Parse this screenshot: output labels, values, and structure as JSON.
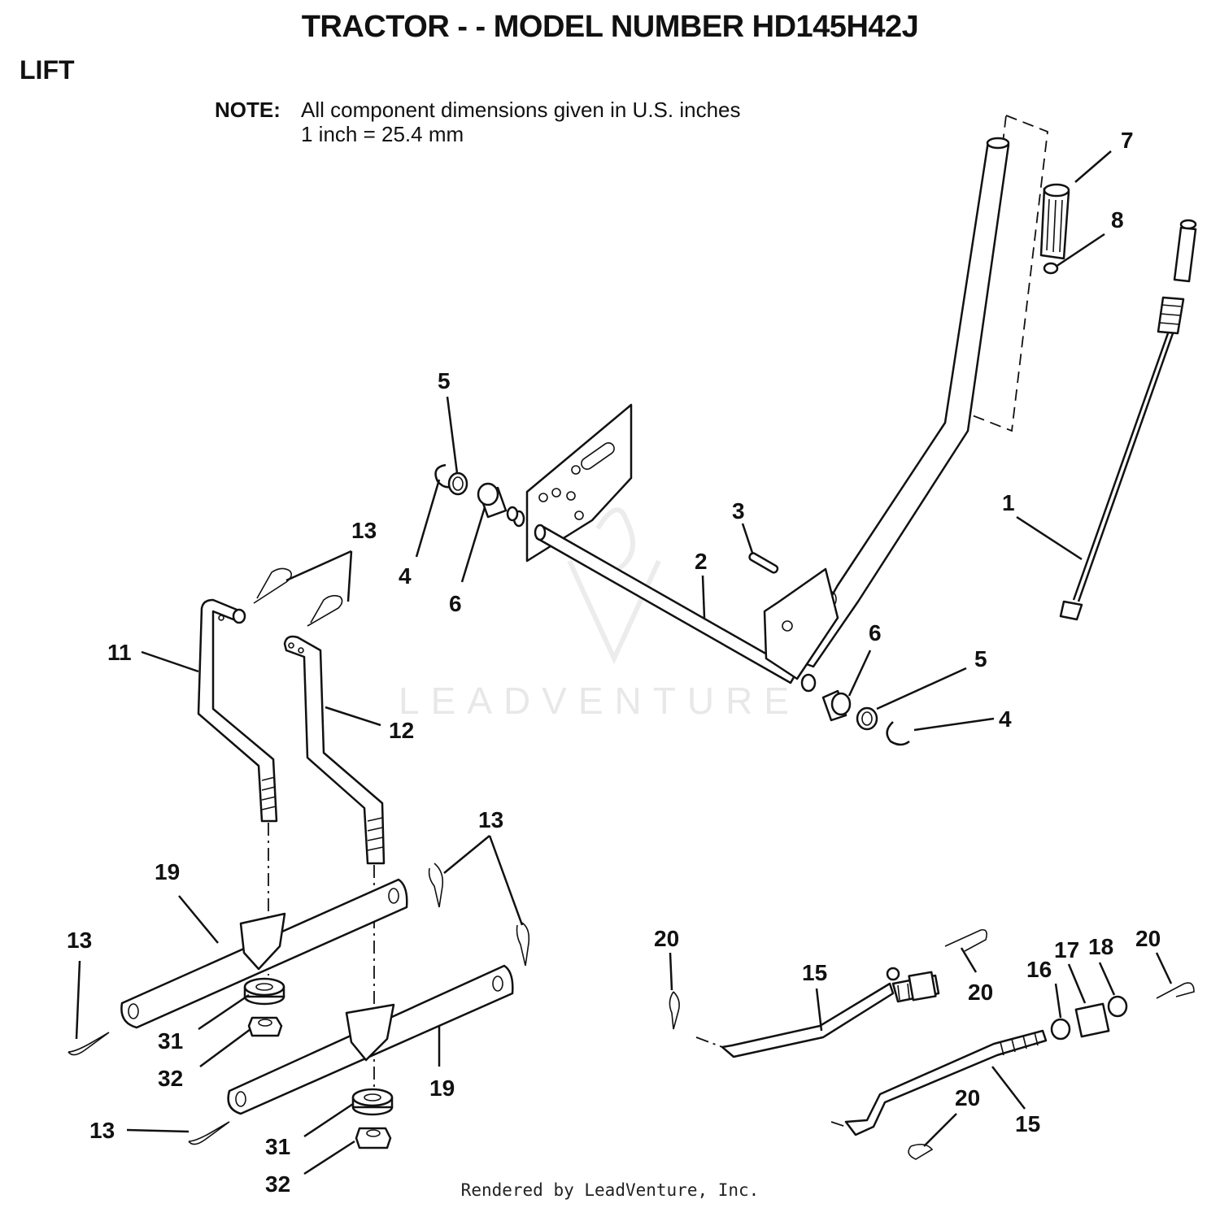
{
  "header": {
    "title": "TRACTOR - - MODEL NUMBER HD145H42J",
    "section": "LIFT"
  },
  "note": {
    "label": "NOTE:",
    "line1": "All component dimensions given in U.S. inches",
    "line2": "1 inch = 25.4 mm"
  },
  "watermark": "LEADVENTURE",
  "footer": "Rendered by LeadVenture, Inc.",
  "callouts": {
    "c1": "1",
    "c2": "2",
    "c3": "3",
    "c4a": "4",
    "c4b": "4",
    "c5a": "5",
    "c5b": "5",
    "c6a": "6",
    "c6b": "6",
    "c7": "7",
    "c8": "8",
    "c11": "11",
    "c12": "12",
    "c13a": "13",
    "c13b": "13",
    "c13c": "13",
    "c13d": "13",
    "c15a": "15",
    "c15b": "15",
    "c16": "16",
    "c17": "17",
    "c18": "18",
    "c19a": "19",
    "c19b": "19",
    "c20a": "20",
    "c20b": "20",
    "c20c": "20",
    "c20d": "20",
    "c31a": "31",
    "c31b": "31",
    "c32a": "32",
    "c32b": "32"
  }
}
